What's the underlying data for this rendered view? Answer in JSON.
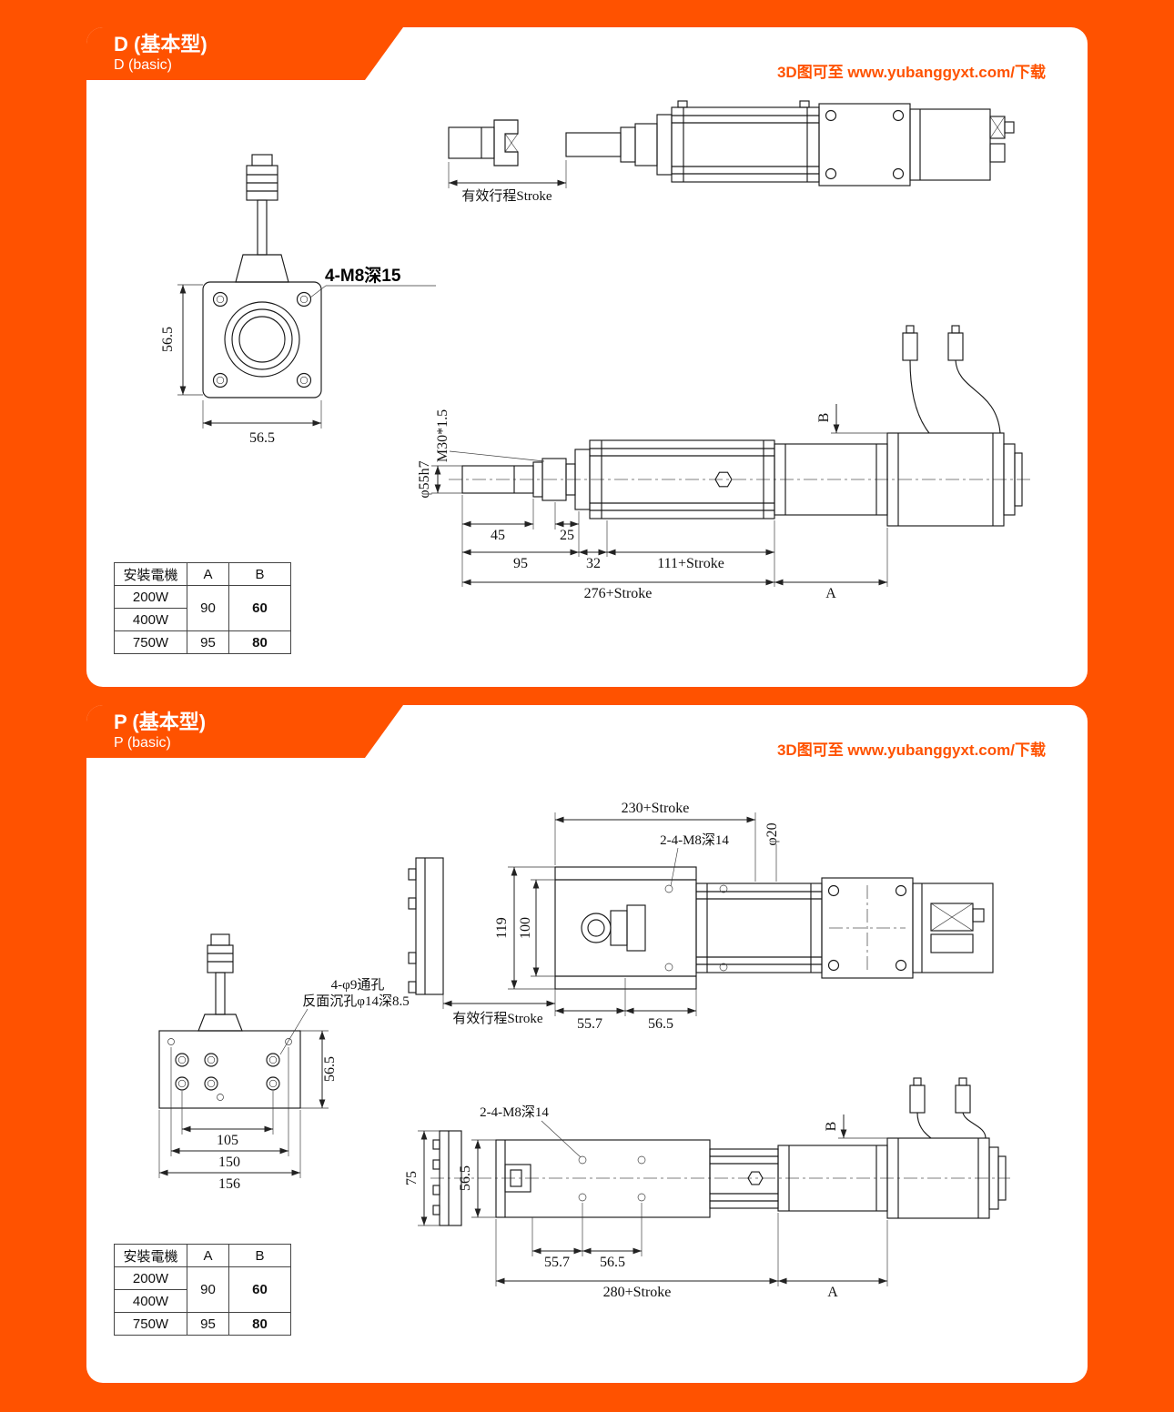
{
  "colors": {
    "brand": "#ff5200",
    "panel": "#ffffff",
    "line": "#1a1a1a"
  },
  "panel_d": {
    "title": "D (基本型)",
    "subtitle": "D (basic)",
    "download": "3D图可至 www.yubanggyxt.com/下载",
    "dims": {
      "stroke_label": "有效行程Stroke",
      "flange_tap": "4-M8深15",
      "flange_w": "56.5",
      "flange_h": "56.5",
      "rod_thread": "M30*1.5",
      "rod_dia": "φ55h7",
      "d45": "45",
      "d25": "25",
      "d95": "95",
      "d32": "32",
      "d111": "111+Stroke",
      "d276": "276+Stroke",
      "dA": "A",
      "dB": "B"
    },
    "table": {
      "headers": [
        "安裝電機",
        "A",
        "B"
      ],
      "rows": [
        "200W",
        "400W",
        "750W"
      ],
      "a_small": "90",
      "b_small": "60",
      "a_750": "95",
      "b_750": "80"
    }
  },
  "panel_p": {
    "title": "P (基本型)",
    "subtitle": "P (basic)",
    "download": "3D图可至 www.yubanggyxt.com/下载",
    "dims": {
      "d230": "230+Stroke",
      "tap_top": "2-4-M8深14",
      "rod_dia": "φ20",
      "d119": "119",
      "d100": "100",
      "stroke_label": "有效行程Stroke",
      "d55_7_top": "55.7",
      "d56_5_top": "56.5",
      "plate_note1": "4-φ9通孔",
      "plate_note2": "反面沉孔φ14深8.5",
      "plate_h": "56.5",
      "d105": "105",
      "d150": "150",
      "d156": "156",
      "tap_side": "2-4-M8深14",
      "d75": "75",
      "body_h": "56.5",
      "d55_7_side": "55.7",
      "d56_5_side": "56.5",
      "d280": "280+Stroke",
      "dA": "A",
      "dB": "B"
    },
    "table": {
      "headers": [
        "安裝電機",
        "A",
        "B"
      ],
      "rows": [
        "200W",
        "400W",
        "750W"
      ],
      "a_small": "90",
      "b_small": "60",
      "a_750": "95",
      "b_750": "80"
    }
  }
}
